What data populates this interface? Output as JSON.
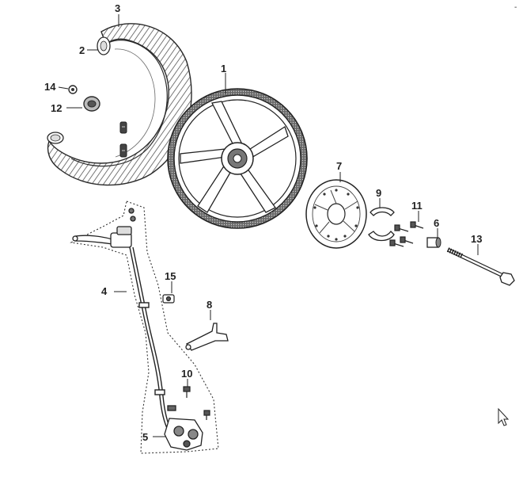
{
  "diagram": {
    "corner_mark": "-",
    "callouts": [
      {
        "id": "1",
        "label": "1"
      },
      {
        "id": "2",
        "label": "2"
      },
      {
        "id": "3",
        "label": "3"
      },
      {
        "id": "4",
        "label": "4"
      },
      {
        "id": "5",
        "label": "5"
      },
      {
        "id": "6",
        "label": "6"
      },
      {
        "id": "7",
        "label": "7"
      },
      {
        "id": "8",
        "label": "8"
      },
      {
        "id": "9",
        "label": "9"
      },
      {
        "id": "10",
        "label": "10"
      },
      {
        "id": "11",
        "label": "11"
      },
      {
        "id": "12",
        "label": "12"
      },
      {
        "id": "13",
        "label": "13"
      },
      {
        "id": "14",
        "label": "14"
      },
      {
        "id": "15",
        "label": "15"
      }
    ],
    "colors": {
      "line": "#2a2a2a",
      "fill": "#ffffff",
      "dark": "#3a3a3a"
    },
    "icons": {
      "cursor": "mouse-pointer-icon"
    }
  }
}
